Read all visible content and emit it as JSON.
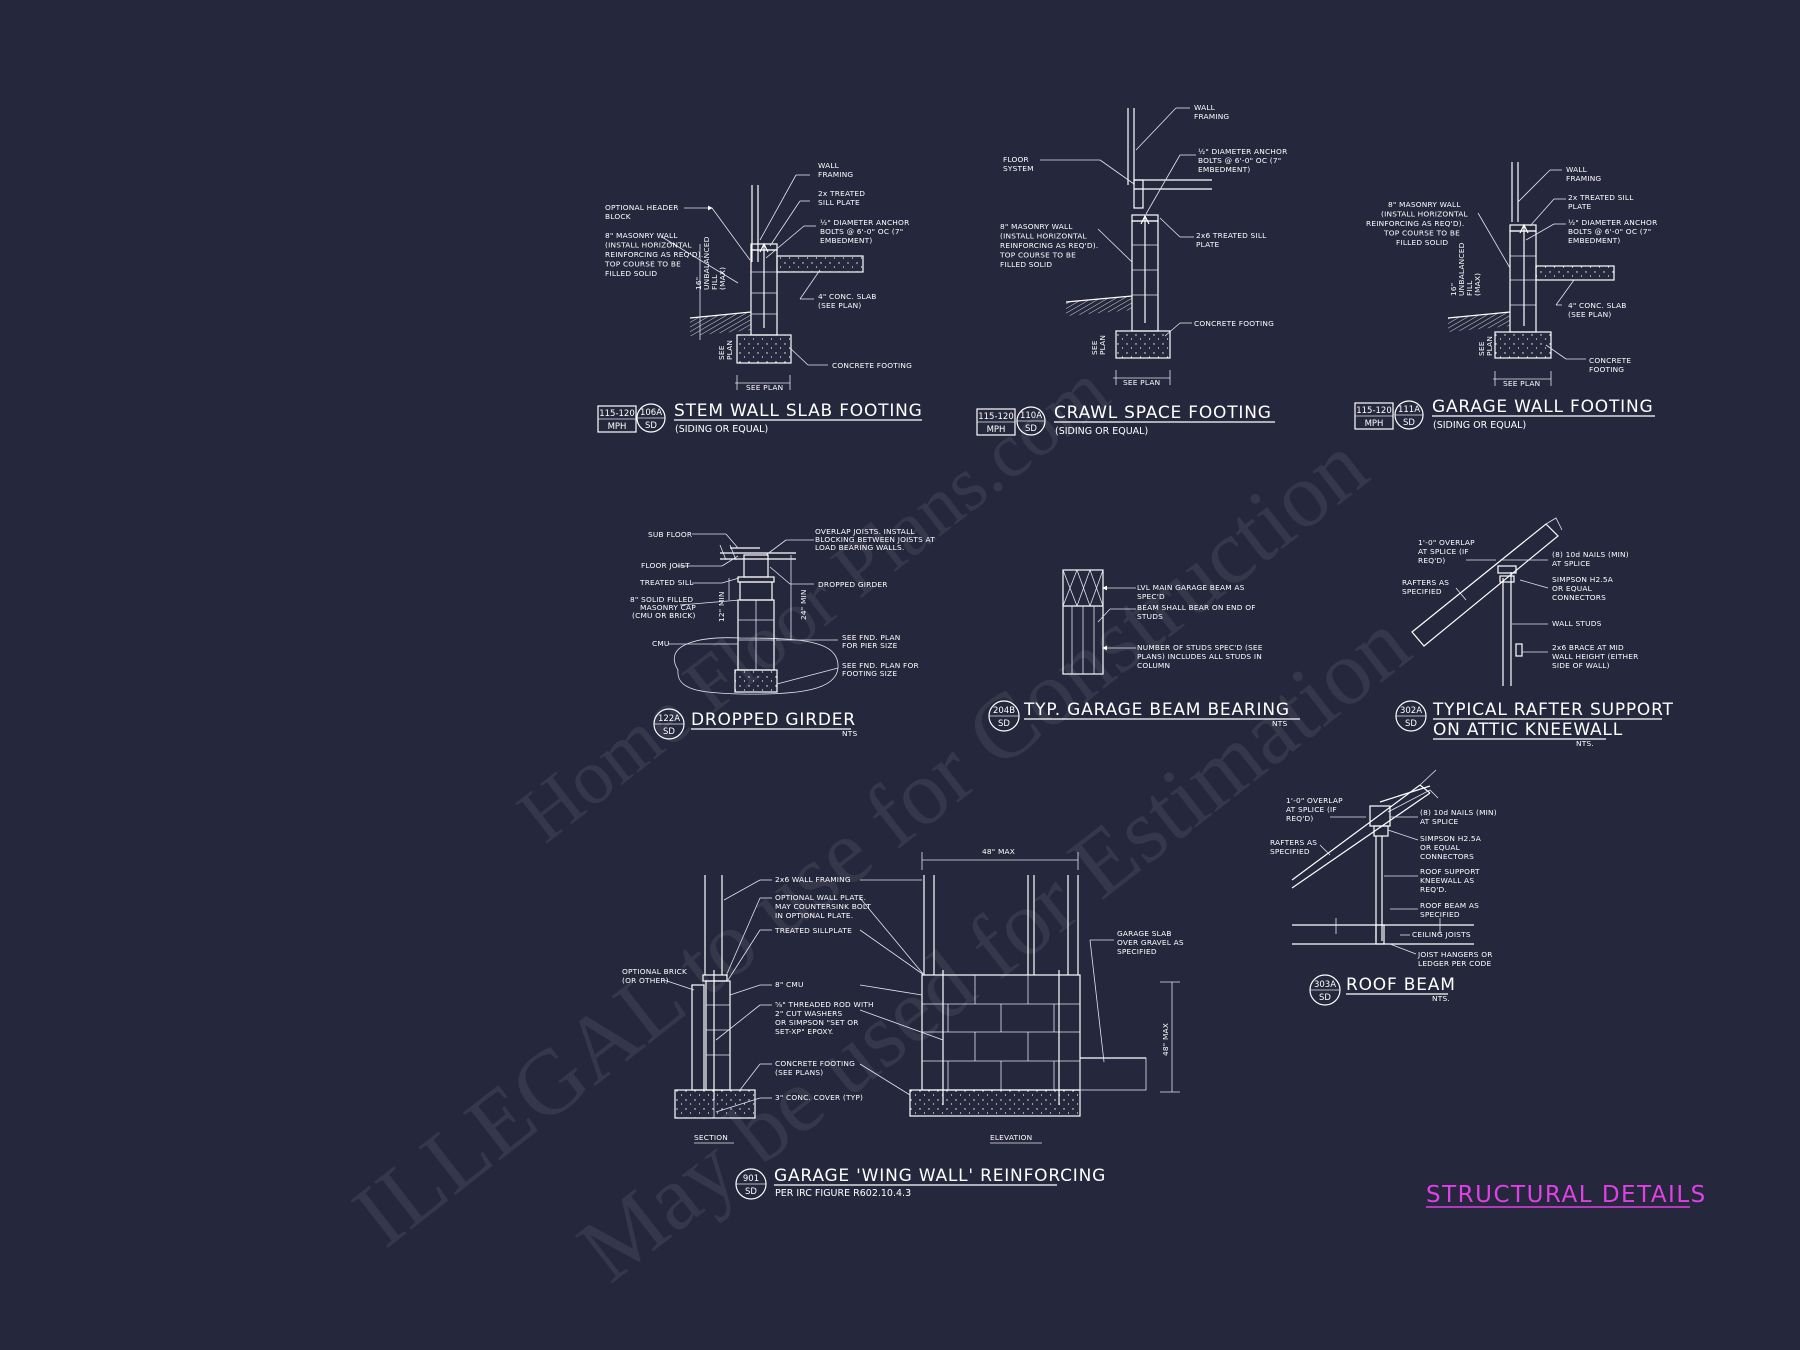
{
  "watermark": {
    "line1": "ILLEGAL to use for Construction",
    "line2": "May be used for Estimation",
    "brand": "Home Floor Plans.com"
  },
  "sheet_title": "STRUCTURAL DETAILS",
  "details": {
    "d106a": {
      "wind": [
        "115-120",
        "MPH"
      ],
      "num": "106A",
      "sheet": "SD",
      "title": "STEM WALL SLAB FOOTING",
      "subtitle": "(SIDING OR EQUAL)",
      "notes": {
        "header": [
          "OPTIONAL HEADER",
          "BLOCK"
        ],
        "masonry": [
          "8\" MASONRY WALL",
          "(INSTALL HORIZONTAL",
          "REINFORCING AS REQ'D).",
          "TOP COURSE TO BE",
          "FILLED SOLID"
        ],
        "framing": [
          "WALL",
          "FRAMING"
        ],
        "sill": [
          "2x TREATED",
          "SILL PLATE"
        ],
        "anchor": [
          "½\" DIAMETER ANCHOR",
          "BOLTS @ 6'-0\" OC (7\"",
          "EMBEDMENT)"
        ],
        "slab": [
          "4\" CONC. SLAB",
          "(SEE PLAN)"
        ],
        "footing": "CONCRETE FOOTING",
        "fill": [
          "16\"",
          "UNBALANCED",
          "FILL",
          "(MAX)"
        ],
        "plan_v": [
          "SEE",
          "PLAN"
        ],
        "plan_h": "SEE PLAN"
      }
    },
    "d110a": {
      "wind": [
        "115-120",
        "MPH"
      ],
      "num": "110A",
      "sheet": "SD",
      "title": "CRAWL SPACE FOOTING",
      "subtitle": "(SIDING OR EQUAL)",
      "notes": {
        "framing": [
          "WALL",
          "FRAMING"
        ],
        "floor": [
          "FLOOR",
          "SYSTEM"
        ],
        "anchor": [
          "½\" DIAMETER ANCHOR",
          "BOLTS @ 6'-0\" OC (7\"",
          "EMBEDMENT)"
        ],
        "masonry": [
          "8\" MASONRY WALL",
          "(INSTALL HORIZONTAL",
          "REINFORCING AS REQ'D).",
          "TOP COURSE TO BE",
          "FILLED SOLID"
        ],
        "sill": [
          "2x6 TREATED SILL",
          "PLATE"
        ],
        "footing": "CONCRETE FOOTING",
        "plan_v": [
          "SEE",
          "PLAN"
        ],
        "plan_h": "SEE PLAN"
      }
    },
    "d111a": {
      "wind": [
        "115-120",
        "MPH"
      ],
      "num": "111A",
      "sheet": "SD",
      "title": "GARAGE WALL FOOTING",
      "subtitle": "(SIDING OR EQUAL)",
      "notes": {
        "framing": [
          "WALL",
          "FRAMING"
        ],
        "masonry": [
          "8\" MASONRY WALL",
          "(INSTALL HORIZONTAL",
          "REINFORCING AS REQ'D).",
          "TOP COURSE TO BE",
          "FILLED SOLID"
        ],
        "sill": [
          "2x TREATED SILL",
          "PLATE"
        ],
        "anchor": [
          "½\" DIAMETER ANCHOR",
          "BOLTS @ 6'-0\" OC (7\"",
          "EMBEDMENT)"
        ],
        "slab": [
          "4\" CONC. SLAB",
          "(SEE PLAN)"
        ],
        "footing": [
          "CONCRETE",
          "FOOTING"
        ],
        "fill": [
          "16\"",
          "UNBALANCED",
          "FILL",
          "(MAX)"
        ],
        "plan_v": [
          "SEE",
          "PLAN"
        ],
        "plan_h": "SEE PLAN"
      }
    },
    "d122a": {
      "num": "122A",
      "sheet": "SD",
      "title": "DROPPED GIRDER",
      "nts": "NTS",
      "notes": {
        "subfloor": "SUB FLOOR",
        "overlap": [
          "OVERLAP JOISTS. INSTALL",
          "BLOCKING BETWEEN JOISTS AT",
          "LOAD BEARING WALLS."
        ],
        "joist": "FLOOR JOIST",
        "sill": "TREATED SILL",
        "girder": "DROPPED GIRDER",
        "cap": [
          "8\" SOLID FILLED",
          "MASONRY CAP",
          "(CMU OR BRICK)"
        ],
        "min12": "12\" MIN",
        "min24": "24\" MIN",
        "cmu": "CMU",
        "pier": [
          "SEE FND. PLAN",
          "FOR PIER SIZE"
        ],
        "ftg": [
          "SEE FND. PLAN FOR",
          "FOOTING SIZE"
        ]
      }
    },
    "d204b": {
      "num": "204B",
      "sheet": "SD",
      "title": "TYP. GARAGE BEAM BEARING",
      "nts": "NTS",
      "notes": {
        "lvl": [
          "LVL MAIN GARAGE BEAM  AS",
          "SPEC'D"
        ],
        "bear": [
          "BEAM SHALL BEAR ON END OF",
          "STUDS"
        ],
        "studs": [
          "NUMBER OF STUDS SPEC'D (SEE",
          "PLANS) INCLUDES ALL STUDS IN",
          "COLUMN"
        ]
      }
    },
    "d302a": {
      "num": "302A",
      "sheet": "SD",
      "title": [
        "TYPICAL RAFTER SUPPORT",
        "ON ATTIC KNEEWALL"
      ],
      "nts": "NTS.",
      "notes": {
        "overlap": [
          "1'-0\" OVERLAP",
          "AT SPLICE (IF",
          "REQ'D)"
        ],
        "nails": [
          "(8) 10d NAILS (MIN)",
          "AT SPLICE"
        ],
        "rafters": [
          "RAFTERS AS",
          "SPECIFIED"
        ],
        "simpson": [
          "SIMPSON H2.5A",
          "OR EQUAL",
          "CONNECTORS"
        ],
        "studs": "WALL STUDS",
        "brace": [
          "2x6 BRACE AT MID",
          "WALL HEIGHT (EITHER",
          "SIDE OF WALL)"
        ]
      }
    },
    "d303a": {
      "num": "303A",
      "sheet": "SD",
      "title": "ROOF BEAM",
      "nts": "NTS.",
      "notes": {
        "overlap": [
          "1'-0\" OVERLAP",
          "AT SPLICE (IF",
          "REQ'D)"
        ],
        "nails": [
          "(8) 10d NAILS (MIN)",
          "AT SPLICE"
        ],
        "rafters": [
          "RAFTERS AS",
          "SPECIFIED"
        ],
        "simpson": [
          "SIMPSON H2.5A",
          "OR EQUAL",
          "CONNECTORS"
        ],
        "knee": [
          "ROOF SUPPORT",
          "KNEEWALL AS",
          "REQ'D."
        ],
        "beam": [
          "ROOF BEAM AS",
          "SPECIFIED"
        ],
        "ceiling": "CEILING JOISTS",
        "hangers": [
          "JOIST HANGERS OR",
          "LEDGER PER CODE"
        ]
      }
    },
    "d901": {
      "num": "901",
      "sheet": "SD",
      "title": "GARAGE 'WING WALL' REINFORCING",
      "subtitle": "PER IRC FIGURE R602.10.4.3",
      "notes": {
        "framing": "2x6 WALL FRAMING",
        "plate": [
          "OPTIONAL WALL PLATE.",
          "MAY COUNTERSINK BOLT",
          "IN OPTIONAL PLATE."
        ],
        "sillplate": "TREATED SILLPLATE",
        "brick": [
          "OPTIONAL BRICK",
          "(OR OTHER)"
        ],
        "cmu": "8\" CMU",
        "rod": [
          "⅝\" THREADED ROD WITH",
          "2\" CUT WASHERS",
          "OR SIMPSON \"SET OR",
          "SET-XP\" EPOXY."
        ],
        "footing": [
          "CONCRETE FOOTING",
          "(SEE PLANS)"
        ],
        "cover": "3\" CONC. COVER (TYP)",
        "section": "SECTION",
        "elevation": "ELEVATION",
        "max48": "48\" MAX",
        "max48v": "48\" MAX",
        "slab": [
          "GARAGE SLAB",
          "OVER GRAVEL AS",
          "SPECIFIED"
        ]
      }
    }
  }
}
